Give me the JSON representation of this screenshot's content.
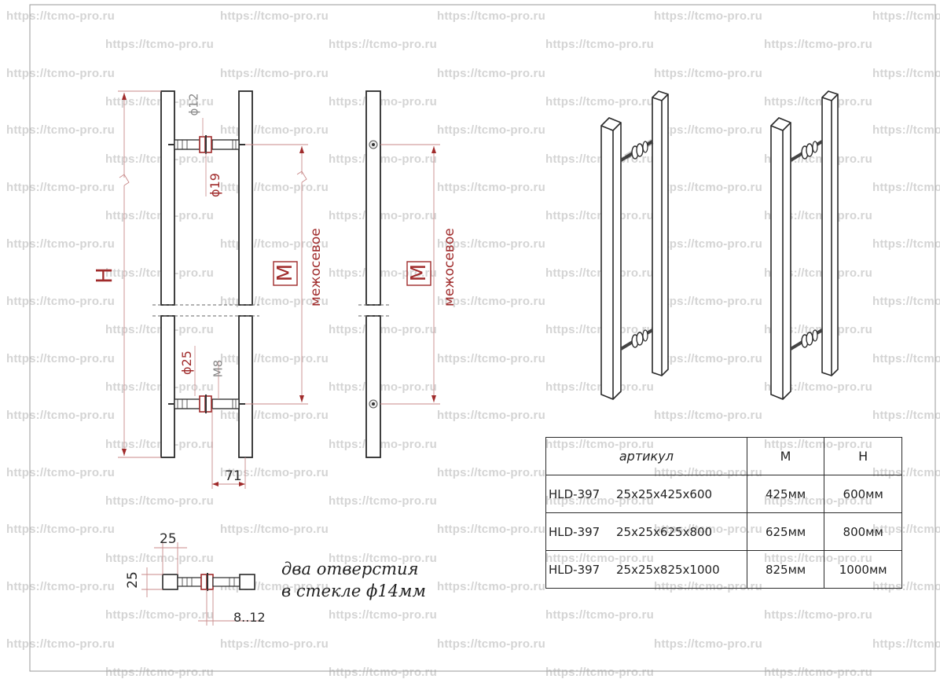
{
  "watermark": "https://tcmo-pro.ru",
  "dimensions": {
    "H": "H",
    "M": "M",
    "mezhosevoe": "межосевое",
    "d12": "ϕ12",
    "d19": "ϕ19",
    "d25": "ϕ25",
    "m8": "M8",
    "d71": "71",
    "s25_top": "25",
    "s25_side": "25",
    "range": "8..12"
  },
  "note": {
    "line1": "два отверстия",
    "line2": "в стекле ϕ14мм"
  },
  "spec_table": {
    "headers": [
      "артикул",
      "M",
      "H"
    ],
    "rows": [
      {
        "code": "HLD-397",
        "size": "25x25x425x600",
        "m": "425мм",
        "h": "600мм"
      },
      {
        "code": "HLD-397",
        "size": "25x25x625x800",
        "m": "625мм",
        "h": "800мм"
      },
      {
        "code": "HLD-397",
        "size": "25x25x825x1000",
        "m": "825мм",
        "h": "1000мм"
      }
    ]
  }
}
